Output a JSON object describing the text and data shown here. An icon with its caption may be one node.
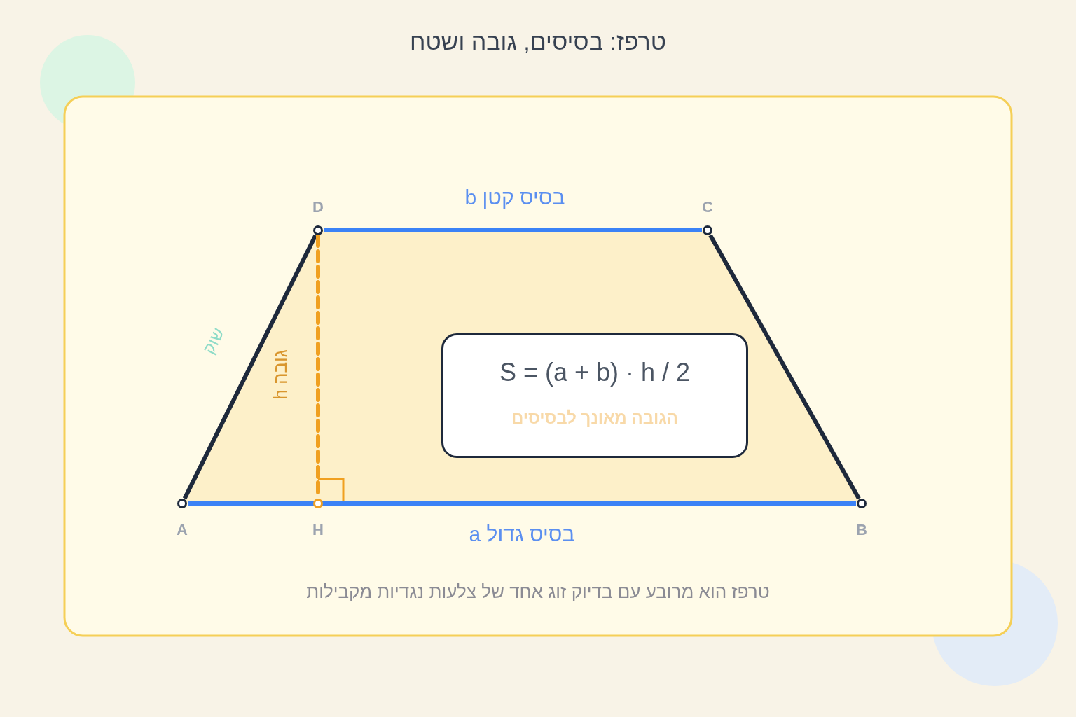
{
  "diagram": {
    "title": "טרפז: בסיסים, גובה ושטח",
    "nodes": [
      {
        "text": [],
        "shape": "circle",
        "beside": [
          "D"
        ]
      },
      {
        "text": [],
        "shape": "circle",
        "beside": [
          "C"
        ]
      },
      {
        "text": [
          "S = (a + b) · h / 2",
          "הגובה מאונך לבסיסים"
        ]
      },
      {
        "text": [],
        "shape": "circle",
        "beside": [
          "A"
        ]
      },
      {
        "text": [],
        "shape": "circle",
        "beside": [
          "H"
        ]
      },
      {
        "text": [],
        "shape": "circle",
        "beside": [
          "B"
        ]
      }
    ],
    "edges": [
      {
        "from": 0,
        "to": 1,
        "arrow": "none",
        "label": "בסיס קטן b",
        "color": "#3b82f6"
      },
      {
        "from": 0,
        "to": 3,
        "arrow": "none",
        "label": "שוק",
        "color": "#1e293b"
      },
      {
        "from": 1,
        "to": 5,
        "arrow": "none",
        "color": "#1e293b"
      },
      {
        "from": 3,
        "to": 5,
        "arrow": "none",
        "label": "בסיס גדול a",
        "color": "#3b82f6"
      },
      {
        "from": 0,
        "to": 4,
        "arrow": "none",
        "label": "גובה h",
        "style": "dashed",
        "color": "#f0a020"
      }
    ],
    "labels": [
      "טרפז הוא מרובע עם בדיוק זוג אחד של צלעות נגדיות מקבילות"
    ]
  }
}
